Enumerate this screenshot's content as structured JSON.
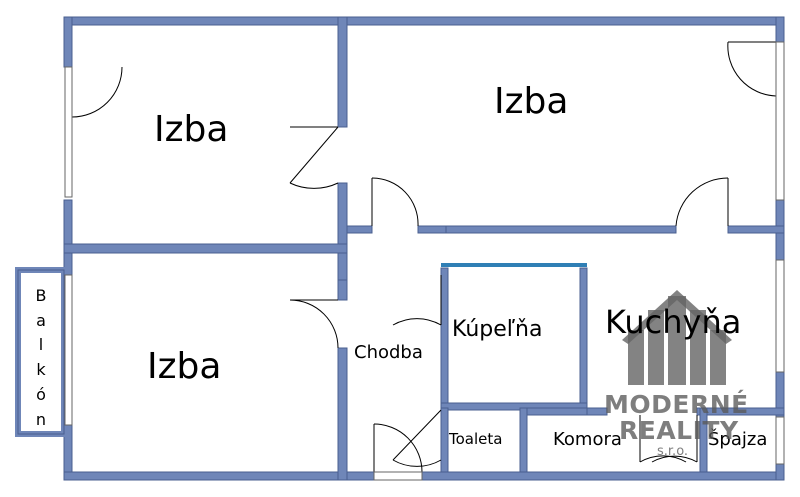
{
  "rooms": {
    "izba_top_left": "Izba",
    "izba_top_right": "Izba",
    "izba_bottom_left": "Izba",
    "kupelna": "Kúpeľňa",
    "kuchyna": "Kuchyňa",
    "chodba": "Chodba",
    "toaleta": "Toaleta",
    "komora": "Komora",
    "spajza": "Špajza"
  },
  "balcony_letters": [
    "B",
    "a",
    "l",
    "k",
    "ó",
    "n"
  ],
  "watermark": {
    "line1": "MODERNÉ",
    "line2": "REALITY",
    "line3": "s.r.o."
  },
  "colors": {
    "wall": "#6f86b8",
    "wall_border": "#4a5f8f",
    "highlight_wall": "#2f7fb5",
    "door_line": "#000000"
  }
}
